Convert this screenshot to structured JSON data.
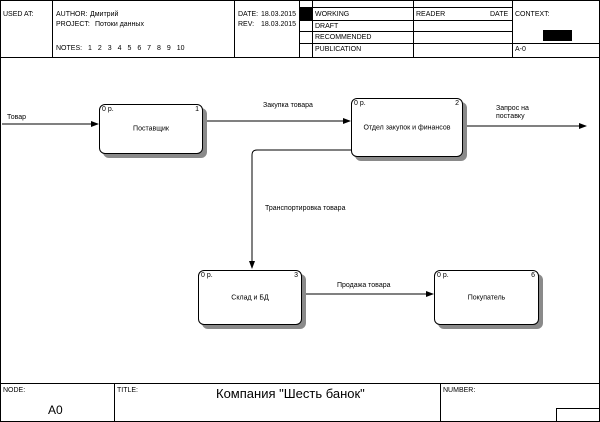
{
  "header": {
    "used_at_label": "USED AT:",
    "author_label": "AUTHOR:",
    "author_value": "Дмитрий",
    "project_label": "PROJECT:",
    "project_value": "Потоки данных",
    "notes_label": "NOTES:",
    "notes": [
      "1",
      "2",
      "3",
      "4",
      "5",
      "6",
      "7",
      "8",
      "9",
      "10"
    ],
    "date_label": "DATE:",
    "date_value": "18.03.2015",
    "rev_label": "REV:",
    "rev_value": "18.03.2015",
    "status": [
      "WORKING",
      "DRAFT",
      "RECOMMENDED",
      "PUBLICATION"
    ],
    "reader_label": "READER",
    "reader_date_label": "DATE",
    "context_label": "CONTEXT:",
    "context_node": "A-0"
  },
  "diagram": {
    "boxes": [
      {
        "label": "Поставщик",
        "cost": "0 р.",
        "number": "1"
      },
      {
        "label": "Отдел закупок и финансов",
        "cost": "0 р.",
        "number": "2"
      },
      {
        "label": "Склад и БД",
        "cost": "0 р.",
        "number": "3"
      },
      {
        "label": "Покупатель",
        "cost": "0 р.",
        "number": "6"
      }
    ],
    "arrows": {
      "input": "Товар",
      "purchase": "Закупка товара",
      "request_line1": "Запрос на",
      "request_line2": "поставку",
      "transport": "Транспортировка товара",
      "sale": "Продажа товара"
    }
  },
  "footer": {
    "node_label": "NODE:",
    "node_value": "A0",
    "title_label": "TITLE:",
    "title_value": "Компания \"Шесть банок\"",
    "number_label": "NUMBER:"
  }
}
